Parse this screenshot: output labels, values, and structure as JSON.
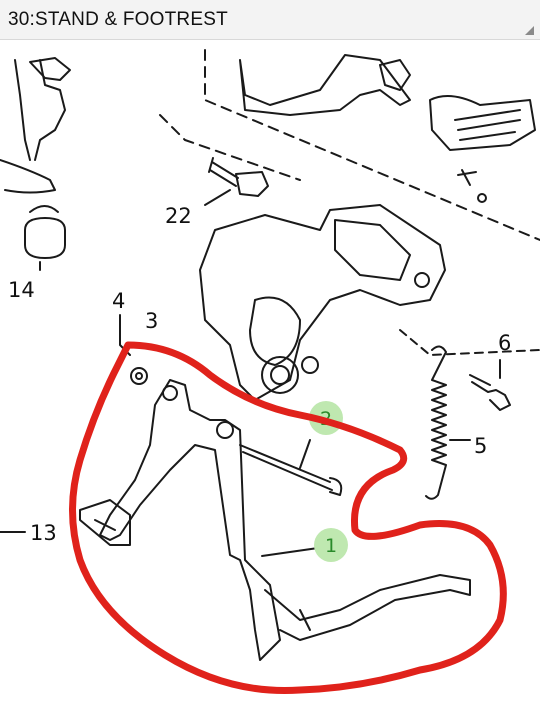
{
  "header": {
    "title": "30:STAND & FOOTREST"
  },
  "callouts": {
    "c22": "22",
    "c14": "14",
    "c4": "4",
    "c3": "3",
    "c6": "6",
    "c5": "5",
    "c13": "13",
    "c2": "2",
    "c1": "1"
  },
  "colors": {
    "highlight_stroke": "#e0221b",
    "badge_fill": "#bfe8b0",
    "line_art": "#1a1a1a"
  }
}
